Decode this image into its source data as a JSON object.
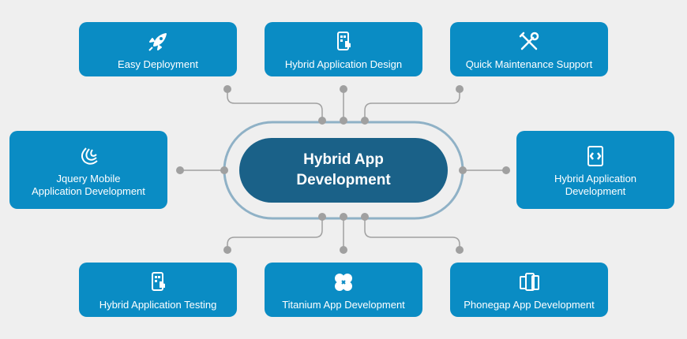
{
  "center": {
    "title": "Hybrid App\nDevelopment"
  },
  "nodes": {
    "easy_deployment": {
      "label": "Easy Deployment",
      "icon": "rocket-icon"
    },
    "hybrid_app_design": {
      "label": "Hybrid Application Design",
      "icon": "touch-phone-icon"
    },
    "quick_maintenance": {
      "label": "Quick Maintenance Support",
      "icon": "tools-icon"
    },
    "jquery_mobile": {
      "label": "Jquery Mobile\nApplication Development",
      "icon": "jquery-icon"
    },
    "hybrid_app_dev": {
      "label": "Hybrid Application\nDevelopment",
      "icon": "code-icon"
    },
    "hybrid_app_testing": {
      "label": "Hybrid Application Testing",
      "icon": "touch-phone-icon"
    },
    "titanium": {
      "label": "Titanium App Development",
      "icon": "titanium-icon"
    },
    "phonegap": {
      "label": "Phonegap App Development",
      "icon": "phones-icon"
    }
  },
  "colors": {
    "box": "#0a8cc4",
    "center": "#1a6188",
    "ring": "#8fb1c6",
    "connector": "#a0a0a0",
    "background": "#efefef"
  }
}
